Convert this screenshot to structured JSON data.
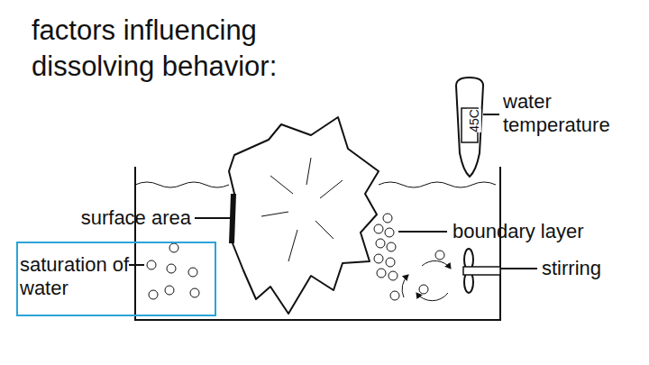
{
  "diagram": {
    "title": "factors influencing dissolving behavior:",
    "nodes": [
      {
        "text": [
          "saturation of water"
        ]
      }
    ],
    "labels": [
      "45C",
      "water temperature",
      "surface area",
      "boundary layer",
      "stirring"
    ]
  }
}
